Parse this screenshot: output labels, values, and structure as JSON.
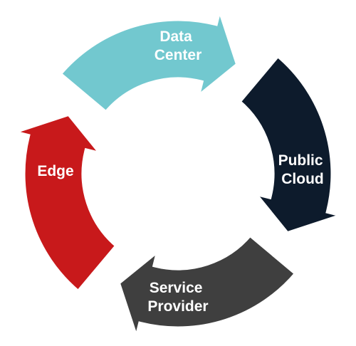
{
  "diagram": {
    "segments": [
      {
        "id": "data-center",
        "label_lines": [
          "Data",
          "Center"
        ],
        "color": "#72c8cf"
      },
      {
        "id": "public-cloud",
        "label_lines": [
          "Public",
          "Cloud"
        ],
        "color": "#0d1b2c"
      },
      {
        "id": "service-provider",
        "label_lines": [
          "Service",
          "Provider"
        ],
        "color": "#3f3f3f"
      },
      {
        "id": "edge",
        "label_lines": [
          "Edge"
        ],
        "color": "#c8191b"
      }
    ]
  }
}
